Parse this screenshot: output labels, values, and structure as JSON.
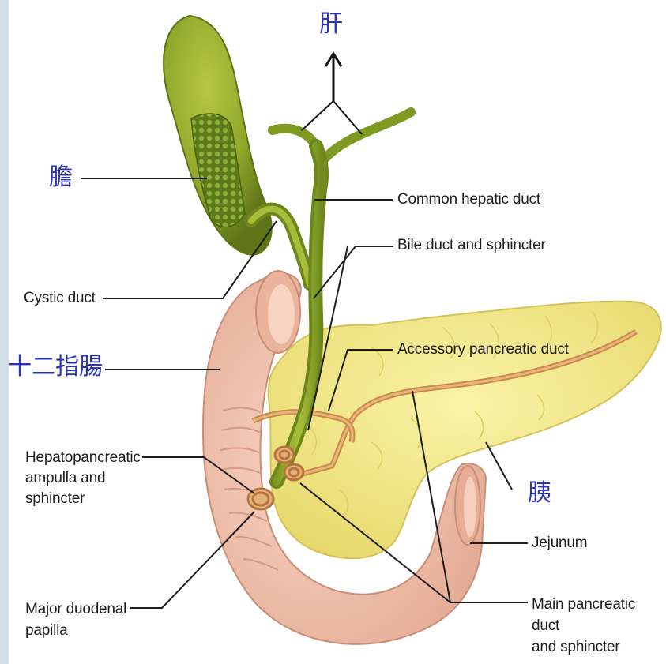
{
  "labels": {
    "liver": "肝",
    "gallbladder": "膽",
    "duodenum": "十二指腸",
    "pancreas": "胰",
    "common_hepatic_duct": "Common hepatic duct",
    "bile_duct": "Bile duct and sphincter",
    "cystic_duct": "Cystic duct",
    "accessory_pancreatic_duct": "Accessory pancreatic duct",
    "hepatopancreatic_ampulla": "Hepatopancreatic\nampulla and\nsphincter",
    "jejunum": "Jejunum",
    "major_duodenal_papilla": "Major duodenal\npapilla",
    "main_pancreatic_duct": "Main pancreatic duct\nand sphincter"
  },
  "colors": {
    "cjk_text": "#2a33b8",
    "gallbladder": "#8fa62a",
    "pancreas": "#f3ea8c",
    "duodenum": "#f2c2ad",
    "duct_orange": "#d99a5a",
    "frame_bar": "#d3dde6"
  }
}
